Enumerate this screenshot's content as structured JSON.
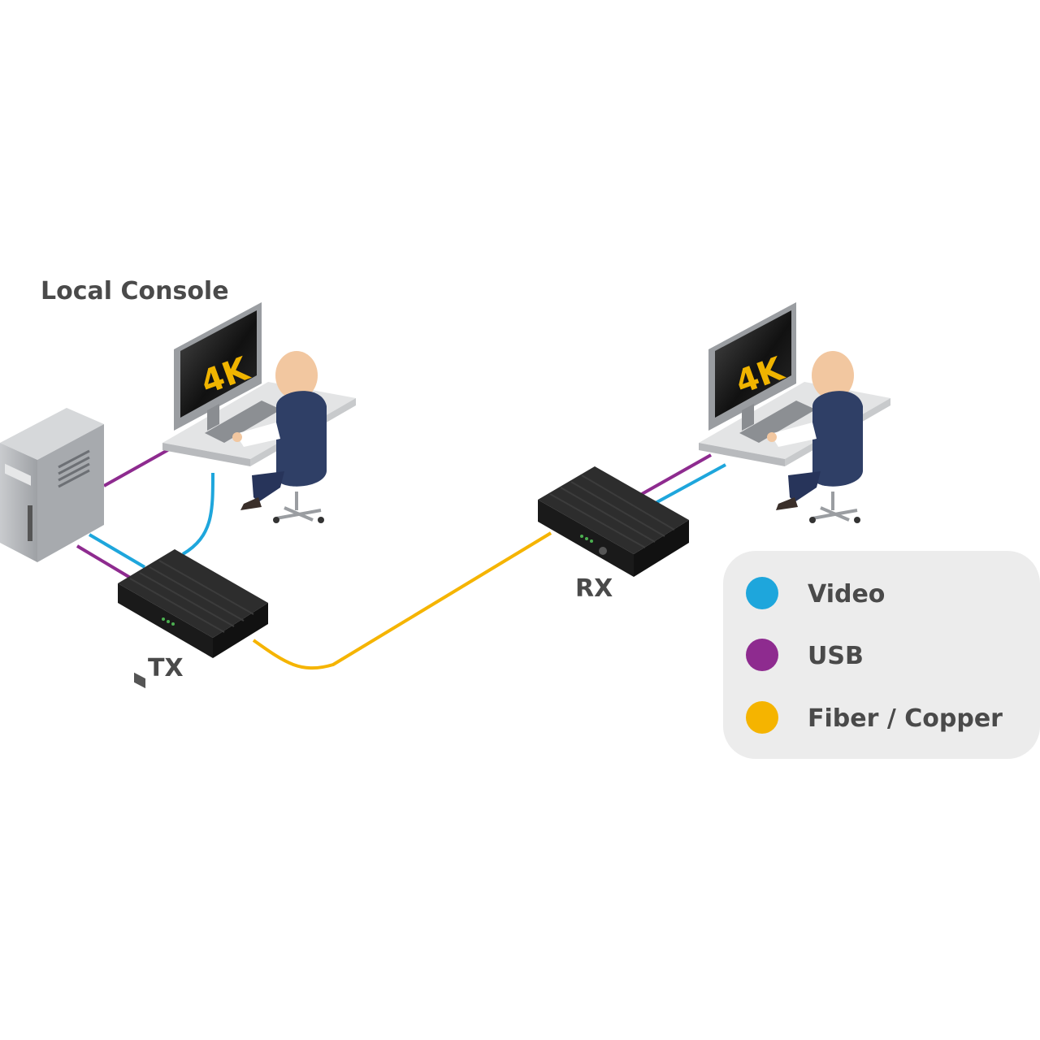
{
  "labels": {
    "local_console": "Local Console",
    "tx": "TX",
    "rx": "RX",
    "monitor_left_text": "4K",
    "monitor_right_text": "4K"
  },
  "legend": {
    "items": [
      {
        "label": "Video",
        "color": "#1ea6dc"
      },
      {
        "label": "USB",
        "color": "#8e2b8f"
      },
      {
        "label": "Fiber / Copper",
        "color": "#f5b400"
      }
    ]
  },
  "colors": {
    "video": "#1ea6dc",
    "usb": "#8e2b8f",
    "fiber": "#f5b400",
    "device_body": "#1f1f1f",
    "desk": "#d9dadb",
    "pc_case": "#b9bbbe",
    "monitor_text": "#f0b400"
  }
}
